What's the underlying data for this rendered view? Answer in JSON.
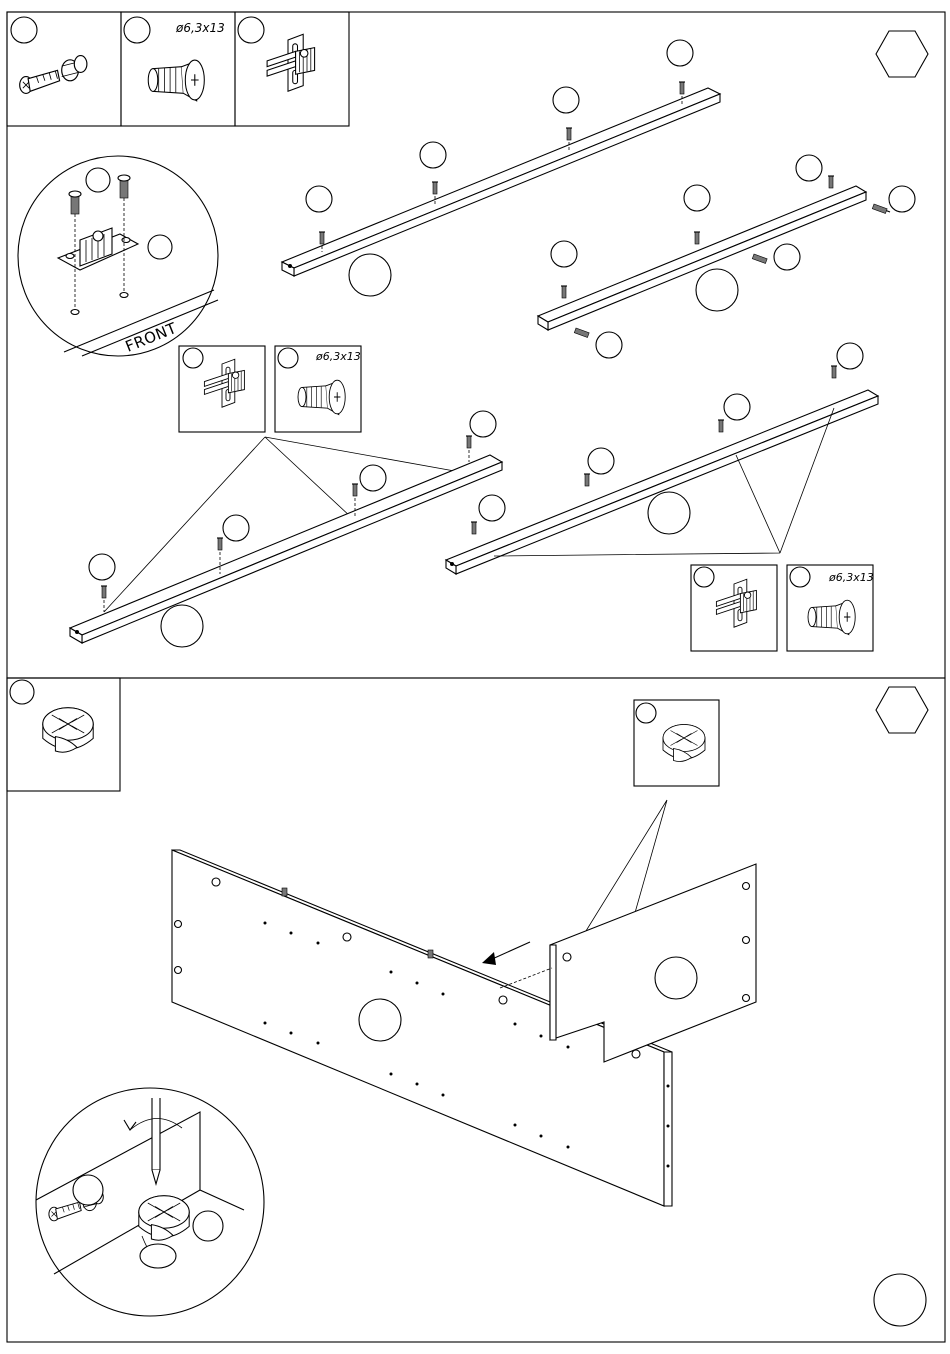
{
  "labels": {
    "screw_size_1": "ø6,3x13",
    "screw_size_2": "ø6,3x13",
    "screw_size_3": "ø6,3x13",
    "front": "FRONT"
  },
  "colors": {
    "line": "#000000",
    "background": "#ffffff"
  },
  "icons": [
    "cam-bolt-icon",
    "screw-icon",
    "bracket-icon",
    "cam-lock-icon",
    "screwdriver-icon",
    "hexagon-step-icon"
  ]
}
